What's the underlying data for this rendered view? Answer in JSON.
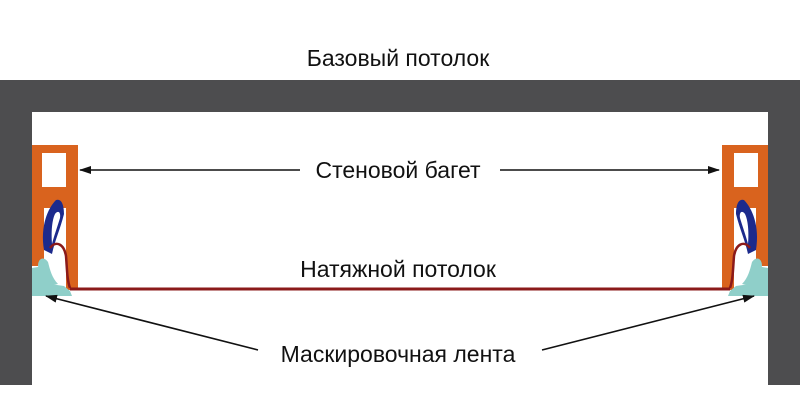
{
  "labels": {
    "base_ceiling": "Базовый потолок",
    "wall_baguette": "Стеновой багет",
    "stretch_ceiling": "Натяжной потолок",
    "masking_tape": "Маскировочная лента"
  },
  "colors": {
    "ceiling_frame": "#4d4d4f",
    "baguette": "#d9631e",
    "clip": "#1c2a8c",
    "membrane": "#8b1a1a",
    "tape": "#8fcfc9",
    "arrow": "#111111"
  }
}
